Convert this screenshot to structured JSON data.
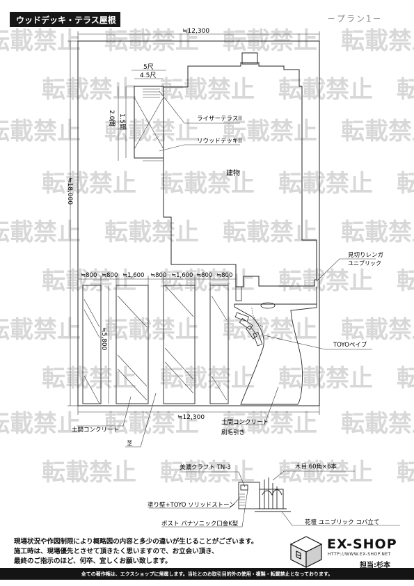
{
  "header": {
    "title": "ウッドデッキ・テラス屋根",
    "plan_label": "－プラン1－"
  },
  "watermark": {
    "text": "転載禁止",
    "color": "#d8d8d8"
  },
  "plan": {
    "top_width": "≒12,300",
    "bottom_width": "≒12,300",
    "side_length": "≒18,000",
    "deck_outer": "5尺",
    "deck_inner": "4.5尺",
    "deck_depth_outer": "2.0間",
    "deck_depth_inner": "1.5間",
    "building": "建物",
    "riser_terrace": "ライザーテラスII",
    "wood_deck": "リウッドデッキII",
    "cut_brick": "見切りレンガ",
    "cut_brick_sub": "ユニブリック",
    "toyo_paving": "TOYOペイブ",
    "concrete_left": "土間コンクリート",
    "grass": "芝",
    "concrete_right": "土間コンクリート",
    "concrete_right_sub": "刷毛引き",
    "strip_length": "≒5,800",
    "strip_widths": [
      "≒800",
      "≒800",
      "≒1,600",
      "≒800",
      "≒1,600",
      "≒800",
      "≒800"
    ]
  },
  "elevation": {
    "mino_craft": "美濃クラフト TN-3",
    "wood_post": "木目 60角×6本",
    "painted_wall": "塗り壁+TOYO ソリッドストーン",
    "post": "ポスト パナソニック口金K型",
    "flower_bed": "花壇 ユニブリック コバ立て"
  },
  "notes": [
    "現場状況や作図制限により概略図の内容と多少の違いが生じることがございます。",
    "施工時は、現場優先とさせて頂きたく思いますので、お立会い頂き、",
    "最終のご指示のほど、何卒、宜しくお願い致します。"
  ],
  "brand": {
    "name": "EX-SHOP",
    "url": "HTTP://WWW.EX-SHOP.NET",
    "manager": "担当:杉本"
  },
  "footer": "全ての著作権は、エクスショップに帰属します。当社とのお取引目的外の使用・複製・転載禁止となっております。"
}
